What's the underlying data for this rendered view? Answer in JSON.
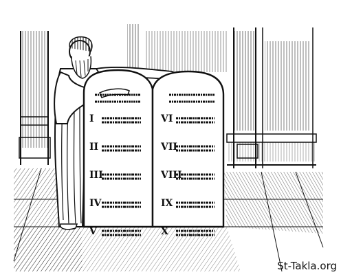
{
  "illustration": {
    "subject": "engraving-moses-with-stone-tablets",
    "tablet_left": {
      "numerals": [
        "I",
        "II",
        "III",
        "IV",
        "V"
      ]
    },
    "tablet_right": {
      "numerals": [
        "VI",
        "VII",
        "VIII",
        "IX",
        "X"
      ]
    }
  },
  "watermark": {
    "text": "St-Takla.org"
  },
  "colors": {
    "ink": "#111111",
    "paper": "#ffffff"
  }
}
